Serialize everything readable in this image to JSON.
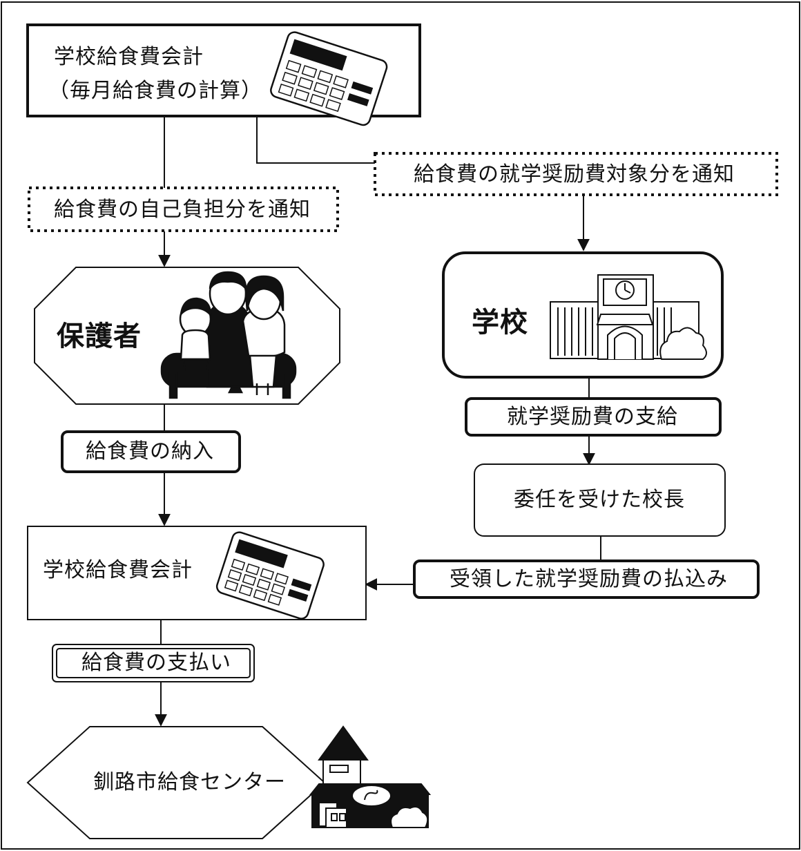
{
  "accounting_top": {
    "title": "学校給食費会計",
    "subtitle": "（毎月給食費の計算）",
    "icon": "calculator-icon"
  },
  "notice_self_pay": "給食費の自己負担分を通知",
  "notice_subsidy": "給食費の就学奨励費対象分を通知",
  "guardian": {
    "label": "保護者",
    "icon": "family-icon"
  },
  "school": {
    "label": "学校",
    "icon": "school-building-icon"
  },
  "payment_in": "給食費の納入",
  "subsidy_payment": "就学奨励費の支給",
  "principal": "委任を受けた校長",
  "transfer": "受領した就学奨励費の払込み",
  "accounting_bottom": {
    "title": "学校給食費会計",
    "icon": "calculator-icon"
  },
  "payment_out": "給食費の支払い",
  "center": {
    "label": "釧路市給食センター",
    "icon": "lunch-center-building-icon"
  }
}
